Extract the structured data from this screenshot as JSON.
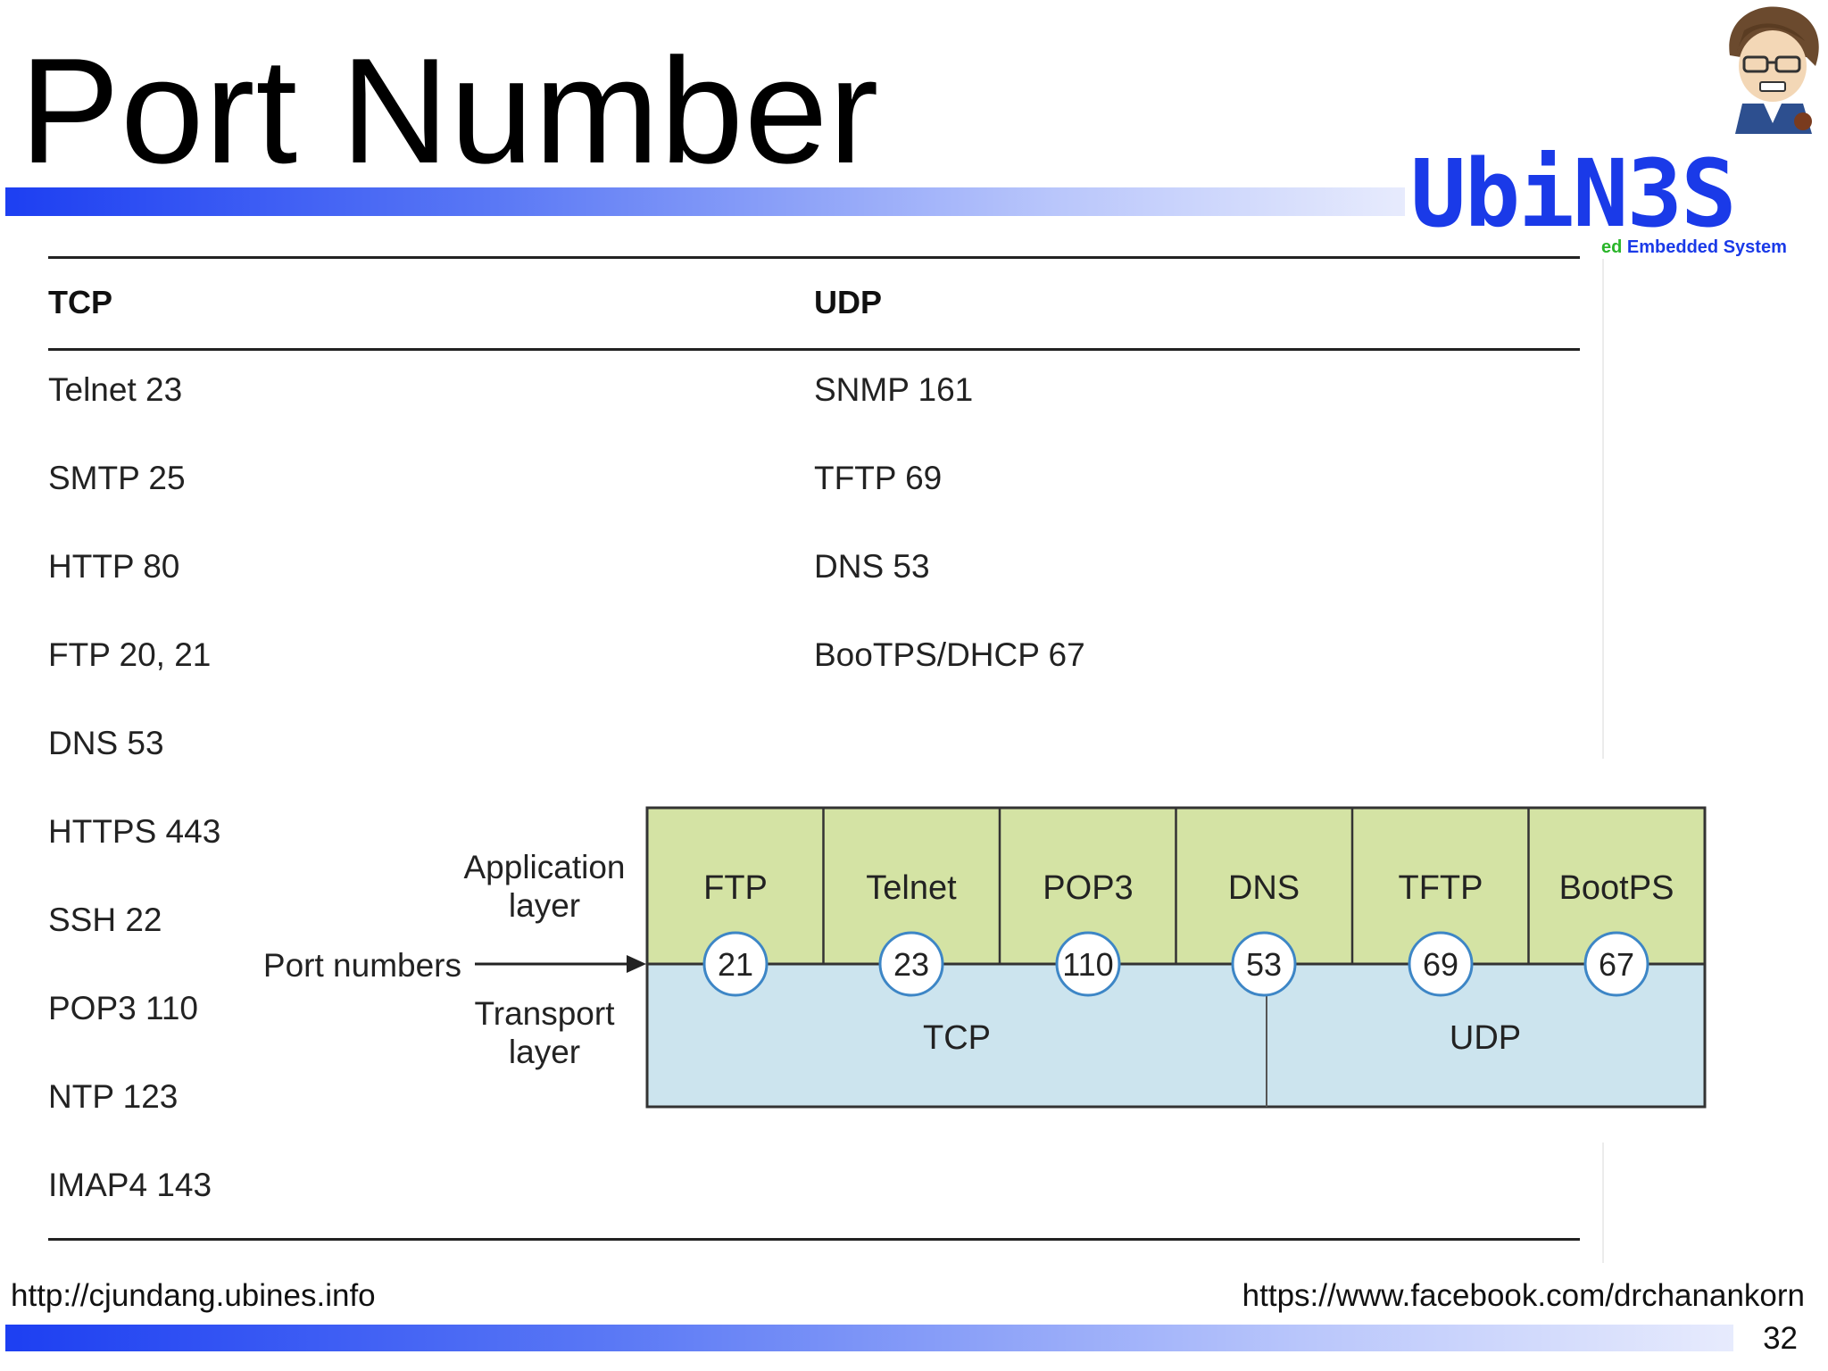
{
  "slide": {
    "title": "Port Number",
    "page_number": "32"
  },
  "logo": {
    "name": "UbiN3S",
    "tagline_prefix": "ed",
    "tagline": "Embedded System"
  },
  "table": {
    "headers": [
      "TCP",
      "UDP"
    ],
    "tcp": [
      "Telnet 23",
      "SMTP 25",
      "HTTP 80",
      "FTP 20, 21",
      "DNS 53",
      "HTTPS 443",
      "SSH 22",
      "POP3 110",
      "NTP 123",
      "IMAP4 143"
    ],
    "udp": [
      "SNMP 161",
      "TFTP 69",
      "DNS 53",
      "BooTPS/DHCP 67"
    ]
  },
  "diagram": {
    "application_layer": "Application layer",
    "application_line1": "Application",
    "application_line2": "layer",
    "transport_line1": "Transport",
    "transport_line2": "layer",
    "port_numbers": "Port numbers",
    "protocols": [
      {
        "name": "FTP",
        "port": "21"
      },
      {
        "name": "Telnet",
        "port": "23"
      },
      {
        "name": "POP3",
        "port": "110"
      },
      {
        "name": "DNS",
        "port": "53"
      },
      {
        "name": "TFTP",
        "port": "69"
      },
      {
        "name": "BootPS",
        "port": "67"
      }
    ],
    "transports": [
      "TCP",
      "UDP"
    ],
    "colors": {
      "application": "#d4e3a4",
      "transport": "#cce4ee",
      "circle_border": "#3d86c6"
    }
  },
  "footer": {
    "left_url": "http://cjundang.ubines.info",
    "right_url": "https://www.facebook.com/drchanankorn"
  }
}
